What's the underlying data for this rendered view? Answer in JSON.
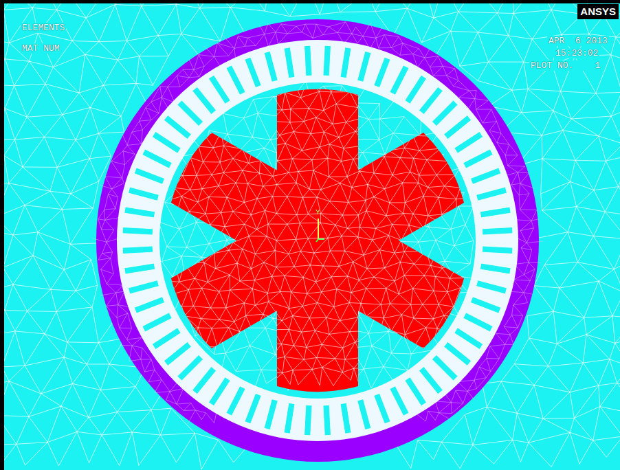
{
  "diagram": {
    "labels": [
      "ELEMENTS",
      "MAT NUM",
      "ANSYS",
      "APR  6 2013",
      "15:23:02",
      "PLOT NO.    1",
      "Y"
    ]
  }
}
